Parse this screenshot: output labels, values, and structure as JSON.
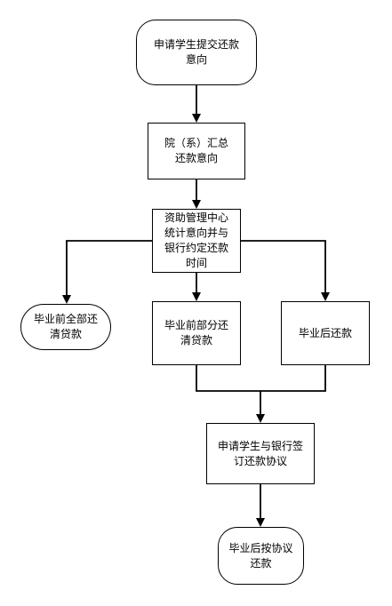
{
  "nodes": {
    "start": "申请学生提交还款\n意向",
    "dept": "院（系）汇总\n还款意向",
    "center": "资助管理中心\n统计意向并与\n银行约定还款\n时间",
    "opt1": "毕业前全部还\n清贷款",
    "opt2": "毕业前部分还\n清贷款",
    "opt3": "毕业后还款",
    "sign": "申请学生与银行签\n订还款协议",
    "end": "毕业后按协议\n还款"
  },
  "colors": {
    "stroke": "#000000",
    "fill": "#ffffff",
    "text": "#000000"
  }
}
